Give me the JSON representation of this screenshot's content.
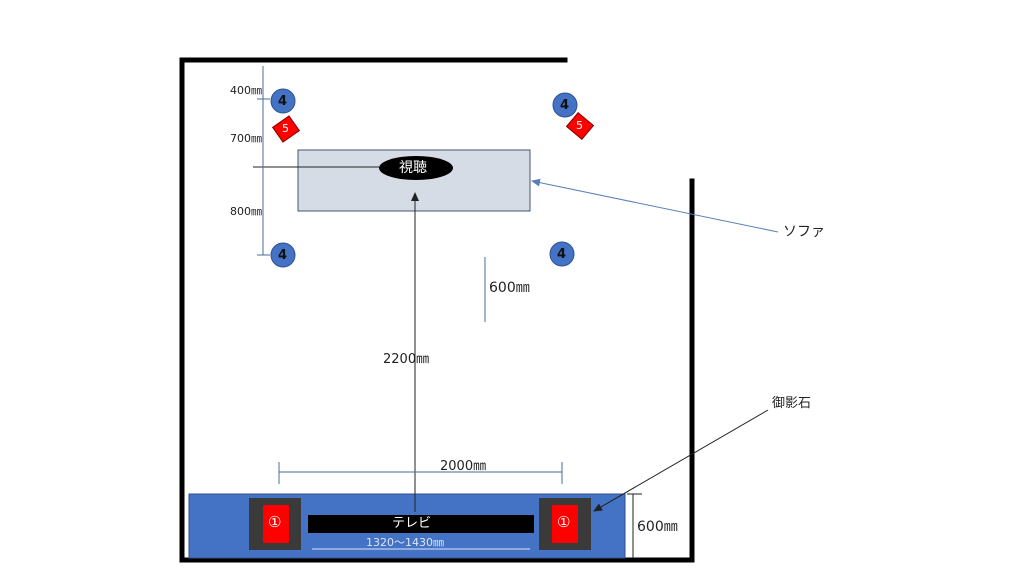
{
  "labels": {
    "dim_400": "400㎜",
    "dim_700": "700㎜",
    "dim_800": "800㎜",
    "dim_600_mid": "600㎜",
    "dim_2200": "2200㎜",
    "dim_2000": "2000㎜",
    "dim_600_right": "600㎜",
    "tv_size": "1320～1430㎜",
    "listening": "視聴",
    "sofa": "ソファ",
    "granite": "御影石",
    "tv": "テレビ"
  },
  "speakers": {
    "surround_back": "4",
    "surround": "5",
    "front": "①"
  },
  "colors": {
    "granite_blue": "#4472c4",
    "speaker_red": "#ff0000",
    "speaker_frame": "#333333",
    "sofa_fill": "#d6dce5",
    "circle_blue": "#4472c4"
  }
}
